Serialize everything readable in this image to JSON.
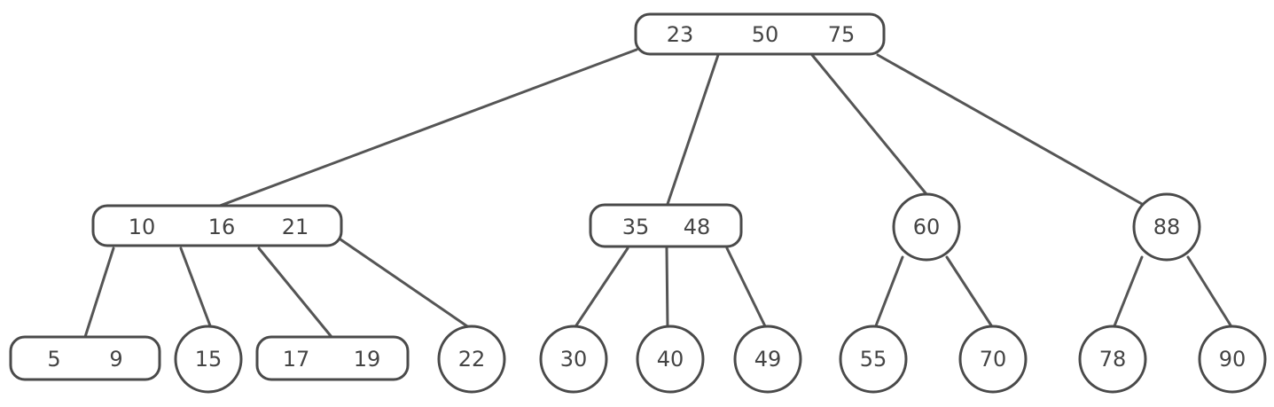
{
  "tree": {
    "root": {
      "keys": [
        "23",
        "50",
        "75"
      ]
    },
    "level1": [
      {
        "keys": [
          "10",
          "16",
          "21"
        ]
      },
      {
        "keys": [
          "35",
          "48"
        ]
      },
      {
        "keys": [
          "60"
        ]
      },
      {
        "keys": [
          "88"
        ]
      }
    ],
    "leaves": [
      {
        "keys": [
          "5",
          "9"
        ]
      },
      {
        "keys": [
          "15"
        ]
      },
      {
        "keys": [
          "17",
          "19"
        ]
      },
      {
        "keys": [
          "22"
        ]
      },
      {
        "keys": [
          "30"
        ]
      },
      {
        "keys": [
          "40"
        ]
      },
      {
        "keys": [
          "49"
        ]
      },
      {
        "keys": [
          "55"
        ]
      },
      {
        "keys": [
          "70"
        ]
      },
      {
        "keys": [
          "78"
        ]
      },
      {
        "keys": [
          "90"
        ]
      }
    ]
  },
  "colors": {
    "stroke": "#4a4a4a",
    "edge": "#555555",
    "text": "#444444",
    "background": "#ffffff"
  }
}
